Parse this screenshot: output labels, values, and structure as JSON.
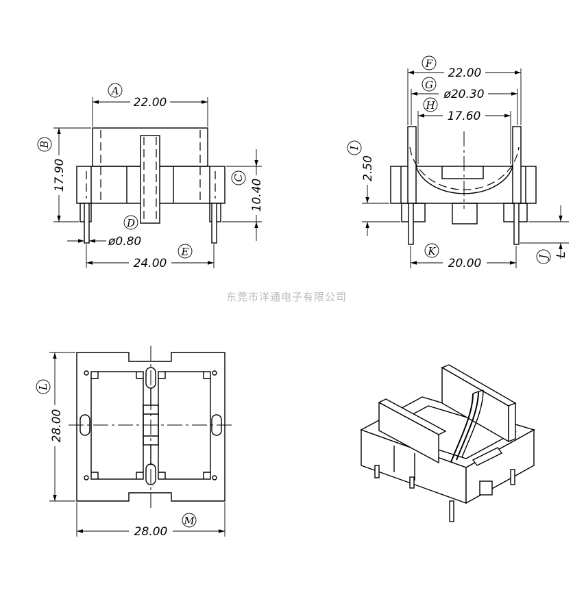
{
  "watermark": "东莞市洋通电子有限公司",
  "front_view": {
    "A": {
      "letter": "A",
      "value": "22.00"
    },
    "B": {
      "letter": "B",
      "value": "17.90"
    },
    "C": {
      "letter": "C",
      "value": "10.40"
    },
    "D": {
      "letter": "D",
      "value": "ø0.80"
    },
    "E": {
      "letter": "E",
      "value": "24.00"
    }
  },
  "side_view": {
    "F": {
      "letter": "F",
      "value": "22.00"
    },
    "G": {
      "letter": "G",
      "value": "ø20.30"
    },
    "H": {
      "letter": "H",
      "value": "17.60"
    },
    "I": {
      "letter": "I",
      "value": "2.50"
    },
    "J": {
      "letter": "J",
      "value": "L"
    },
    "K": {
      "letter": "K",
      "value": "20.00"
    }
  },
  "bottom_view": {
    "L": {
      "letter": "L",
      "value": "28.00"
    },
    "M": {
      "letter": "M",
      "value": "28.00"
    }
  }
}
